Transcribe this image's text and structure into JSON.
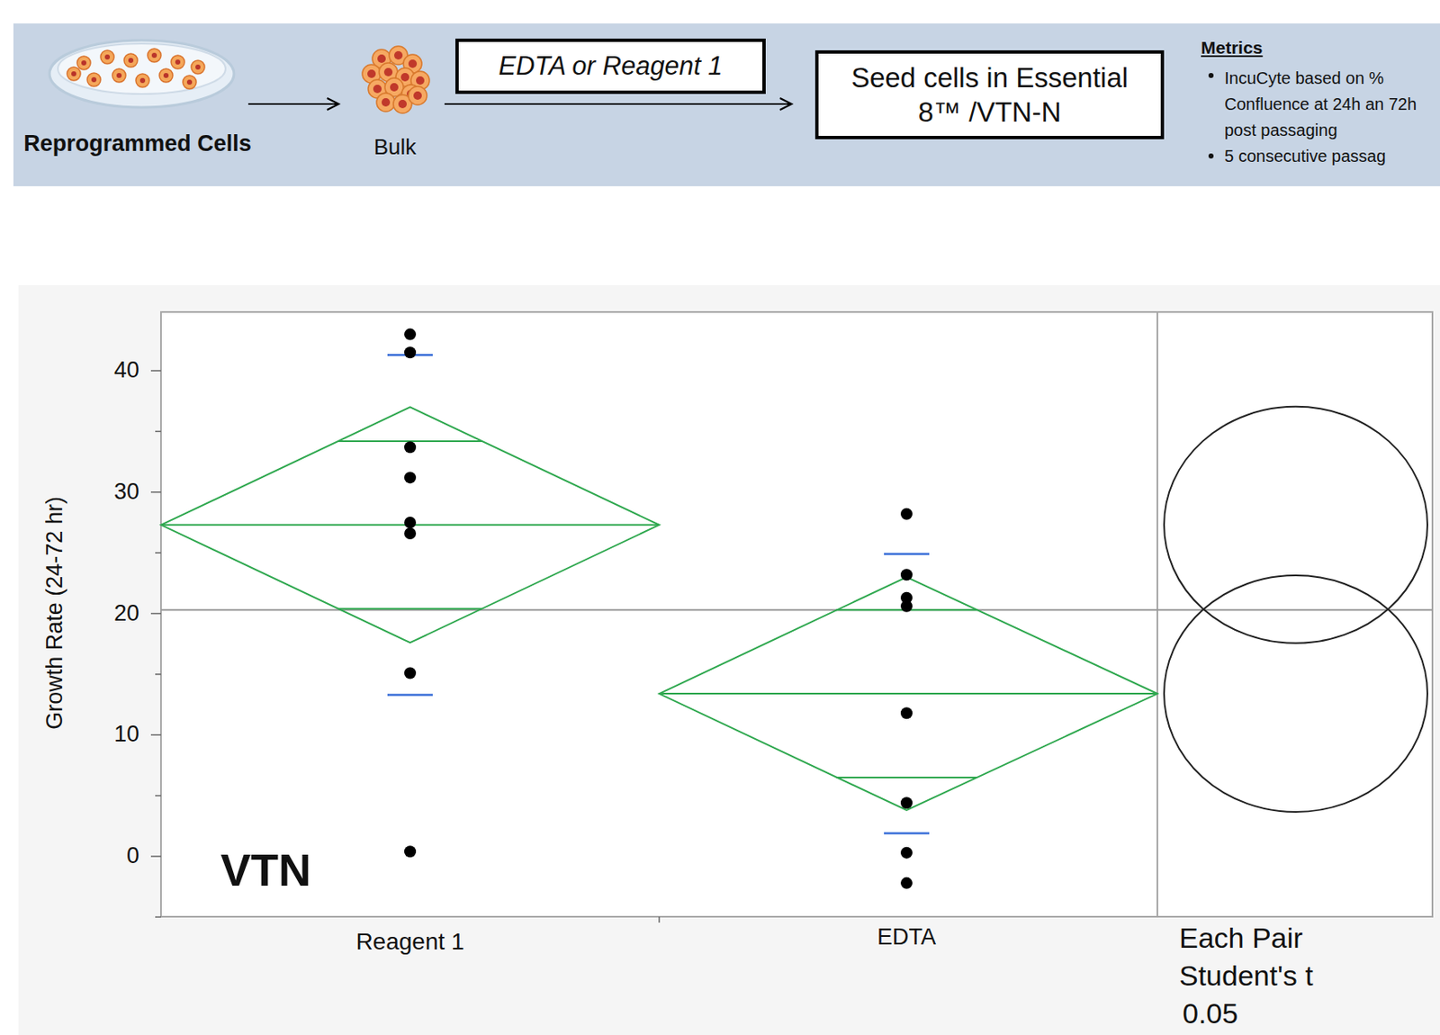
{
  "diagram": {
    "nodes": [
      {
        "text": [
          "EDTA or Reagent 1"
        ]
      },
      {
        "text": [
          "Seed cells in Essential 8™ /VTN-N"
        ]
      }
    ],
    "labels": [
      "Reprogrammed Cells",
      "Bulk",
      "Metrics",
      "IncuCyte based on % Confluence at 24h an 72h post passaging",
      "5 consecutive passag",
      "40",
      "30",
      "20",
      "10",
      "0",
      "Growth Rate (24-72 hr)",
      "Reagent 1",
      "EDTA",
      "Each Pair",
      "Student's t",
      "0.05",
      "VTN"
    ]
  }
}
